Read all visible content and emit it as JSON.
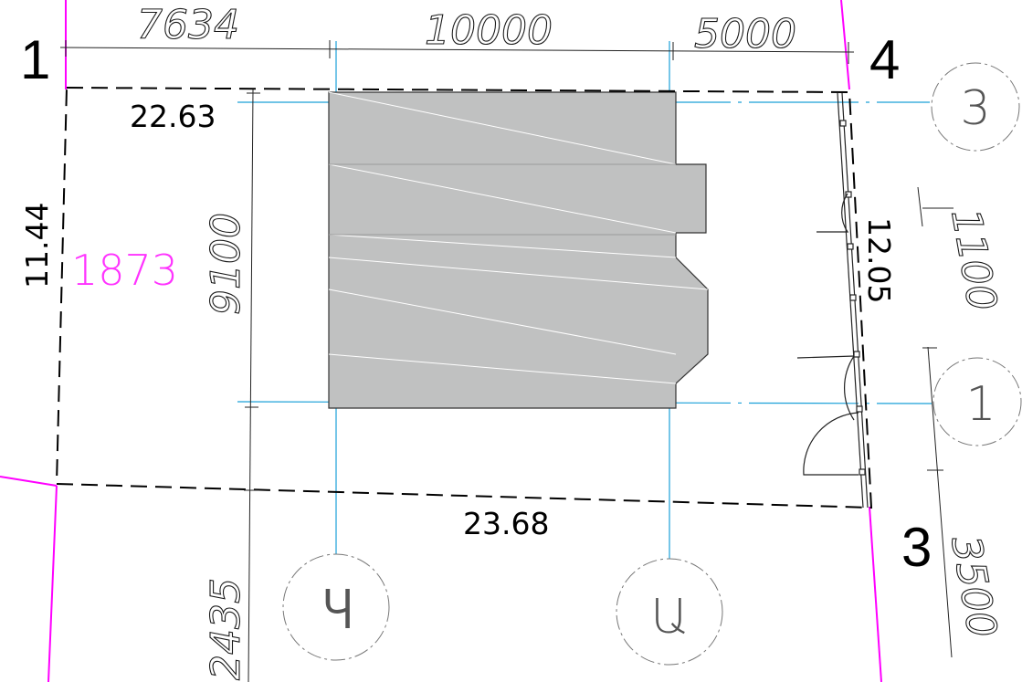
{
  "corner_markers": {
    "c1": "1",
    "c4": "4",
    "c3": "3"
  },
  "dimensions_top": {
    "d1": "7634",
    "d2": "10000",
    "d3": "5000"
  },
  "dimensions_left": {
    "d_main": "9100",
    "d_bottom": "2435"
  },
  "dimensions_right": {
    "d_top": "1100",
    "d_bottom": "3500"
  },
  "boundary_lengths": {
    "top": "22.63",
    "left": "11.44",
    "right": "12.05",
    "bottom": "23.68"
  },
  "area_label": "1873",
  "axis_bubbles": {
    "right_top": "3",
    "right_mid": "1",
    "bottom_left": "Ⴗ",
    "bottom_right": "Ա"
  },
  "colors": {
    "boundary": "#ff00ff",
    "axis": "#009ad6",
    "building_fill": "#c0c1c1",
    "area_text": "#ff33ff"
  }
}
